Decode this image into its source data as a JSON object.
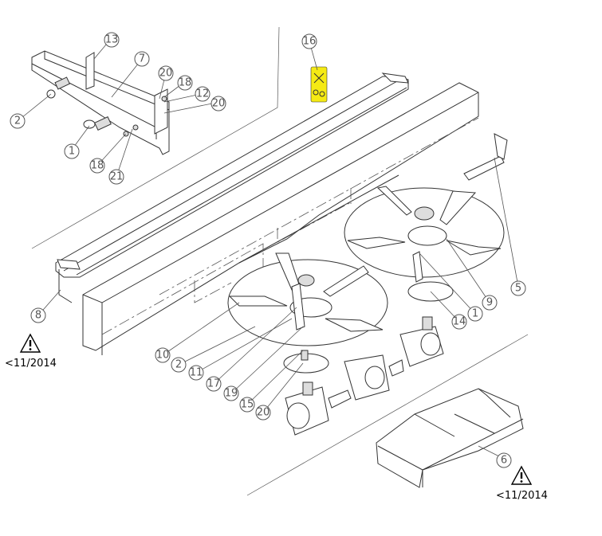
{
  "diagram": {
    "highlight_color": "#f5ea14",
    "warnings": [
      {
        "id": "warn-left",
        "text": "<11/2014",
        "icon": "warning-triangle-icon"
      },
      {
        "id": "warn-right",
        "text": "<11/2014",
        "icon": "warning-triangle-icon"
      }
    ],
    "callouts": [
      "13",
      "7",
      "20",
      "18",
      "12",
      "20",
      "2",
      "1",
      "18",
      "21",
      "16",
      "8",
      "5",
      "9",
      "1",
      "14",
      "10",
      "2",
      "11",
      "17",
      "19",
      "15",
      "20",
      "6"
    ]
  }
}
